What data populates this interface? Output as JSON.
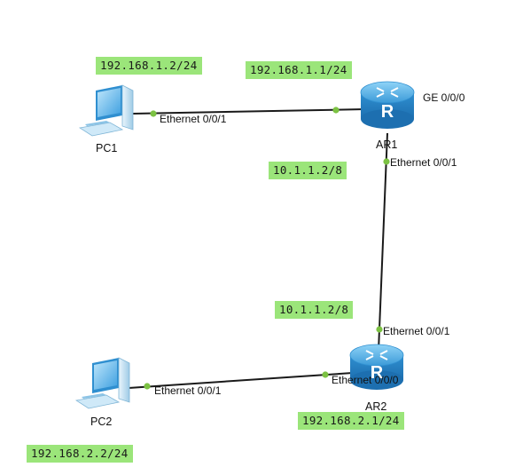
{
  "devices": {
    "pc1": {
      "name": "PC1",
      "ip": "192.168.1.2/24",
      "port": "Ethernet 0/0/1"
    },
    "pc2": {
      "name": "PC2",
      "ip": "192.168.2.2/24",
      "port": "Ethernet 0/0/1"
    },
    "ar1": {
      "name": "AR1",
      "ip_lan": "192.168.1.1/24",
      "port_lan": "GE 0/0/0",
      "ip_wan": "10.1.1.2/8",
      "port_wan": "Ethernet 0/0/1"
    },
    "ar2": {
      "name": "AR2",
      "ip_lan": "192.168.2.1/24",
      "port_lan": "Ethernet 0/0/0",
      "ip_wan": "10.1.1.2/8",
      "port_wan": "Ethernet 0/0/1"
    }
  },
  "colors": {
    "ip_label_bg": "#9be57a",
    "port_dot": "#7cc243",
    "link": "#1a1a1a",
    "device_blue": "#4aa8e0"
  },
  "icons": {
    "pc": "pc-icon",
    "router": "router-icon"
  }
}
